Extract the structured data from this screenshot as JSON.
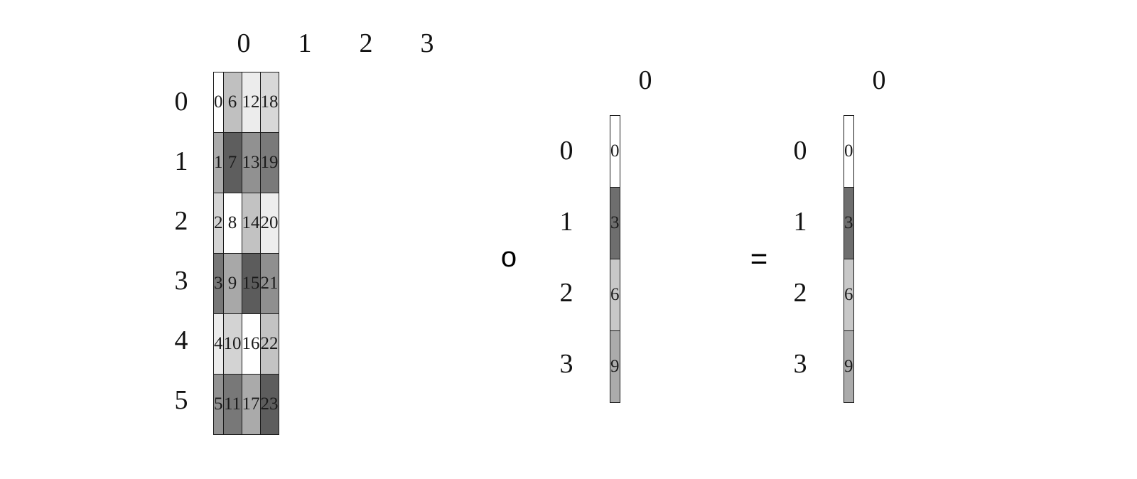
{
  "figure": {
    "title": "",
    "background_color": "#ffffff",
    "cell_border_color": "#1a1a1a",
    "text_color": "#1a1a1a"
  },
  "operators": {
    "hadamard": "o",
    "equals": "="
  },
  "matrix_a": {
    "name": "matrix-a",
    "rows": 6,
    "cols": 4,
    "col_headers": [
      "0",
      "1",
      "2",
      "3"
    ],
    "row_headers": [
      "0",
      "1",
      "2",
      "3",
      "4",
      "5"
    ],
    "values": [
      [
        "0",
        "6",
        "12",
        "18"
      ],
      [
        "1",
        "7",
        "13",
        "19"
      ],
      [
        "2",
        "8",
        "14",
        "20"
      ],
      [
        "3",
        "9",
        "15",
        "21"
      ],
      [
        "4",
        "10",
        "16",
        "22"
      ],
      [
        "5",
        "11",
        "17",
        "23"
      ]
    ],
    "cell_colors": [
      [
        "#ffffff",
        "#c0c0c0",
        "#ececec",
        "#d8d8d8"
      ],
      [
        "#ababab",
        "#5e5e5e",
        "#919191",
        "#7a7a7a"
      ],
      [
        "#d4d4d4",
        "#ffffff",
        "#c2c2c2",
        "#ededed"
      ],
      [
        "#777777",
        "#a8a8a8",
        "#5c5c5c",
        "#8f8f8f"
      ],
      [
        "#ebebeb",
        "#d3d3d3",
        "#ffffff",
        "#c3c3c3"
      ],
      [
        "#929292",
        "#787878",
        "#aaaaaa",
        "#5d5d5d"
      ]
    ]
  },
  "vector_b": {
    "name": "vector-b",
    "rows": 4,
    "cols": 1,
    "col_headers": [
      "0"
    ],
    "row_headers": [
      "0",
      "1",
      "2",
      "3"
    ],
    "values": [
      [
        "0"
      ],
      [
        "3"
      ],
      [
        "6"
      ],
      [
        "9"
      ]
    ],
    "cell_colors": [
      [
        "#ffffff"
      ],
      [
        "#6e6e6e"
      ],
      [
        "#c8c8c8"
      ],
      [
        "#ababab"
      ]
    ]
  },
  "vector_c": {
    "name": "vector-c",
    "rows": 4,
    "cols": 1,
    "col_headers": [
      "0"
    ],
    "row_headers": [
      "0",
      "1",
      "2",
      "3"
    ],
    "values": [
      [
        "0"
      ],
      [
        "3"
      ],
      [
        "6"
      ],
      [
        "9"
      ]
    ],
    "cell_colors": [
      [
        "#ffffff"
      ],
      [
        "#6e6e6e"
      ],
      [
        "#c8c8c8"
      ],
      [
        "#ababab"
      ]
    ]
  },
  "chart_data": {
    "type": "heatmap",
    "title": "",
    "xlabel": "",
    "ylabel": "",
    "panels": [
      {
        "name": "matrix_a",
        "x": [
          0,
          1,
          2,
          3
        ],
        "y": [
          0,
          1,
          2,
          3,
          4,
          5
        ],
        "z": [
          [
            0,
            6,
            12,
            18
          ],
          [
            1,
            7,
            13,
            19
          ],
          [
            2,
            8,
            14,
            20
          ],
          [
            3,
            9,
            15,
            21
          ],
          [
            4,
            10,
            16,
            22
          ],
          [
            5,
            11,
            17,
            23
          ]
        ]
      },
      {
        "name": "vector_b",
        "x": [
          0
        ],
        "y": [
          0,
          1,
          2,
          3
        ],
        "z": [
          [
            0
          ],
          [
            3
          ],
          [
            6
          ],
          [
            9
          ]
        ]
      },
      {
        "name": "vector_c",
        "x": [
          0
        ],
        "y": [
          0,
          1,
          2,
          3
        ],
        "z": [
          [
            0
          ],
          [
            3
          ],
          [
            6
          ],
          [
            9
          ]
        ]
      }
    ],
    "annotations": [
      "o",
      "="
    ]
  }
}
